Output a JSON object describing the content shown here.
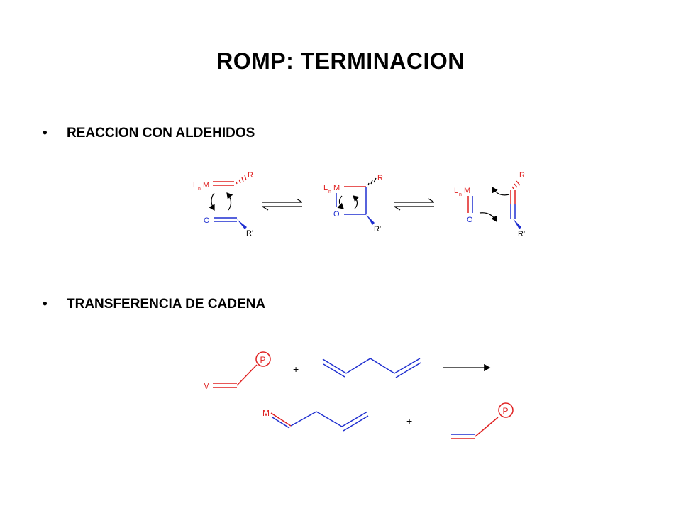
{
  "slide": {
    "title": "ROMP: TERMINACION",
    "bullets": [
      {
        "marker": "•",
        "text": "REACCION CON ALDEHIDOS"
      },
      {
        "marker": "•",
        "text": "TRANSFERENCIA DE CADENA"
      }
    ]
  },
  "scheme1": {
    "metal": "M",
    "ligand": "L",
    "ligand_sub": "n",
    "oxygen": "O",
    "r": "R",
    "r_prime": "R'"
  },
  "scheme2": {
    "metal": "M",
    "polymer": "P",
    "plus": "+"
  },
  "colors": {
    "red": "#e02020",
    "blue": "#1f2fd0",
    "black": "#000000"
  }
}
